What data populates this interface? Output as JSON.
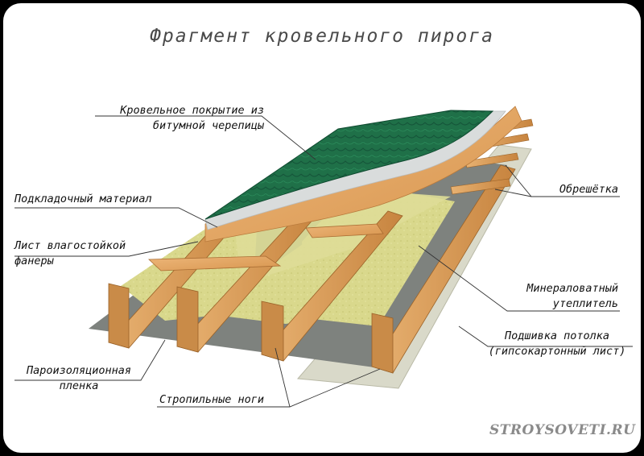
{
  "title": "Фрагмент кровельного пирога",
  "labels": {
    "roof_covering": [
      "Кровельное покрытие из",
      "битумной черепицы"
    ],
    "underlay": "Подкладочный материал",
    "plywood": [
      "Лист влагостойкой",
      "фанеры"
    ],
    "battens": "Обрешётка",
    "insulation": [
      "Минераловатный",
      "утеплитель"
    ],
    "ceiling": [
      "Подшивка потолка",
      "(гипсокартонный лист)"
    ],
    "vapor_barrier": [
      "Пароизоляционная",
      "пленка"
    ],
    "rafters": "Стропильные ноги"
  },
  "watermark": "STROYSOVETI.RU",
  "colors": {
    "shingle": "#1f7048",
    "underlay": "#d9dcdc",
    "plywood": "#e2a464",
    "wood": "#d79a55",
    "insulation": "#d8d78a",
    "ceiling": "#d8d8c8",
    "vapor": "#7f837f"
  }
}
